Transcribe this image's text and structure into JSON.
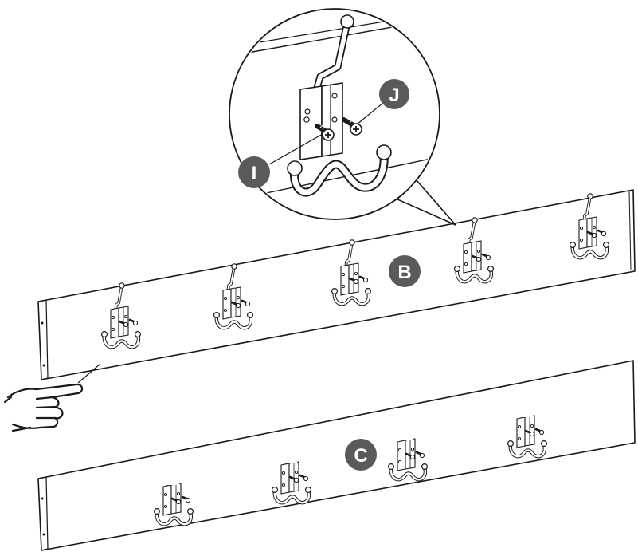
{
  "labels": {
    "callout_screw_top": "J",
    "callout_screw_side": "I",
    "board_upper": "B",
    "board_lower": "C"
  },
  "colors": {
    "line": "#1a1a1a",
    "fill": "#ffffff",
    "badge": "#5a5a5a",
    "badge_text": "#ffffff"
  },
  "icons": {
    "pointer": "pointing-hand-icon",
    "hook": "double-hook-icon",
    "screw": "screw-icon"
  }
}
